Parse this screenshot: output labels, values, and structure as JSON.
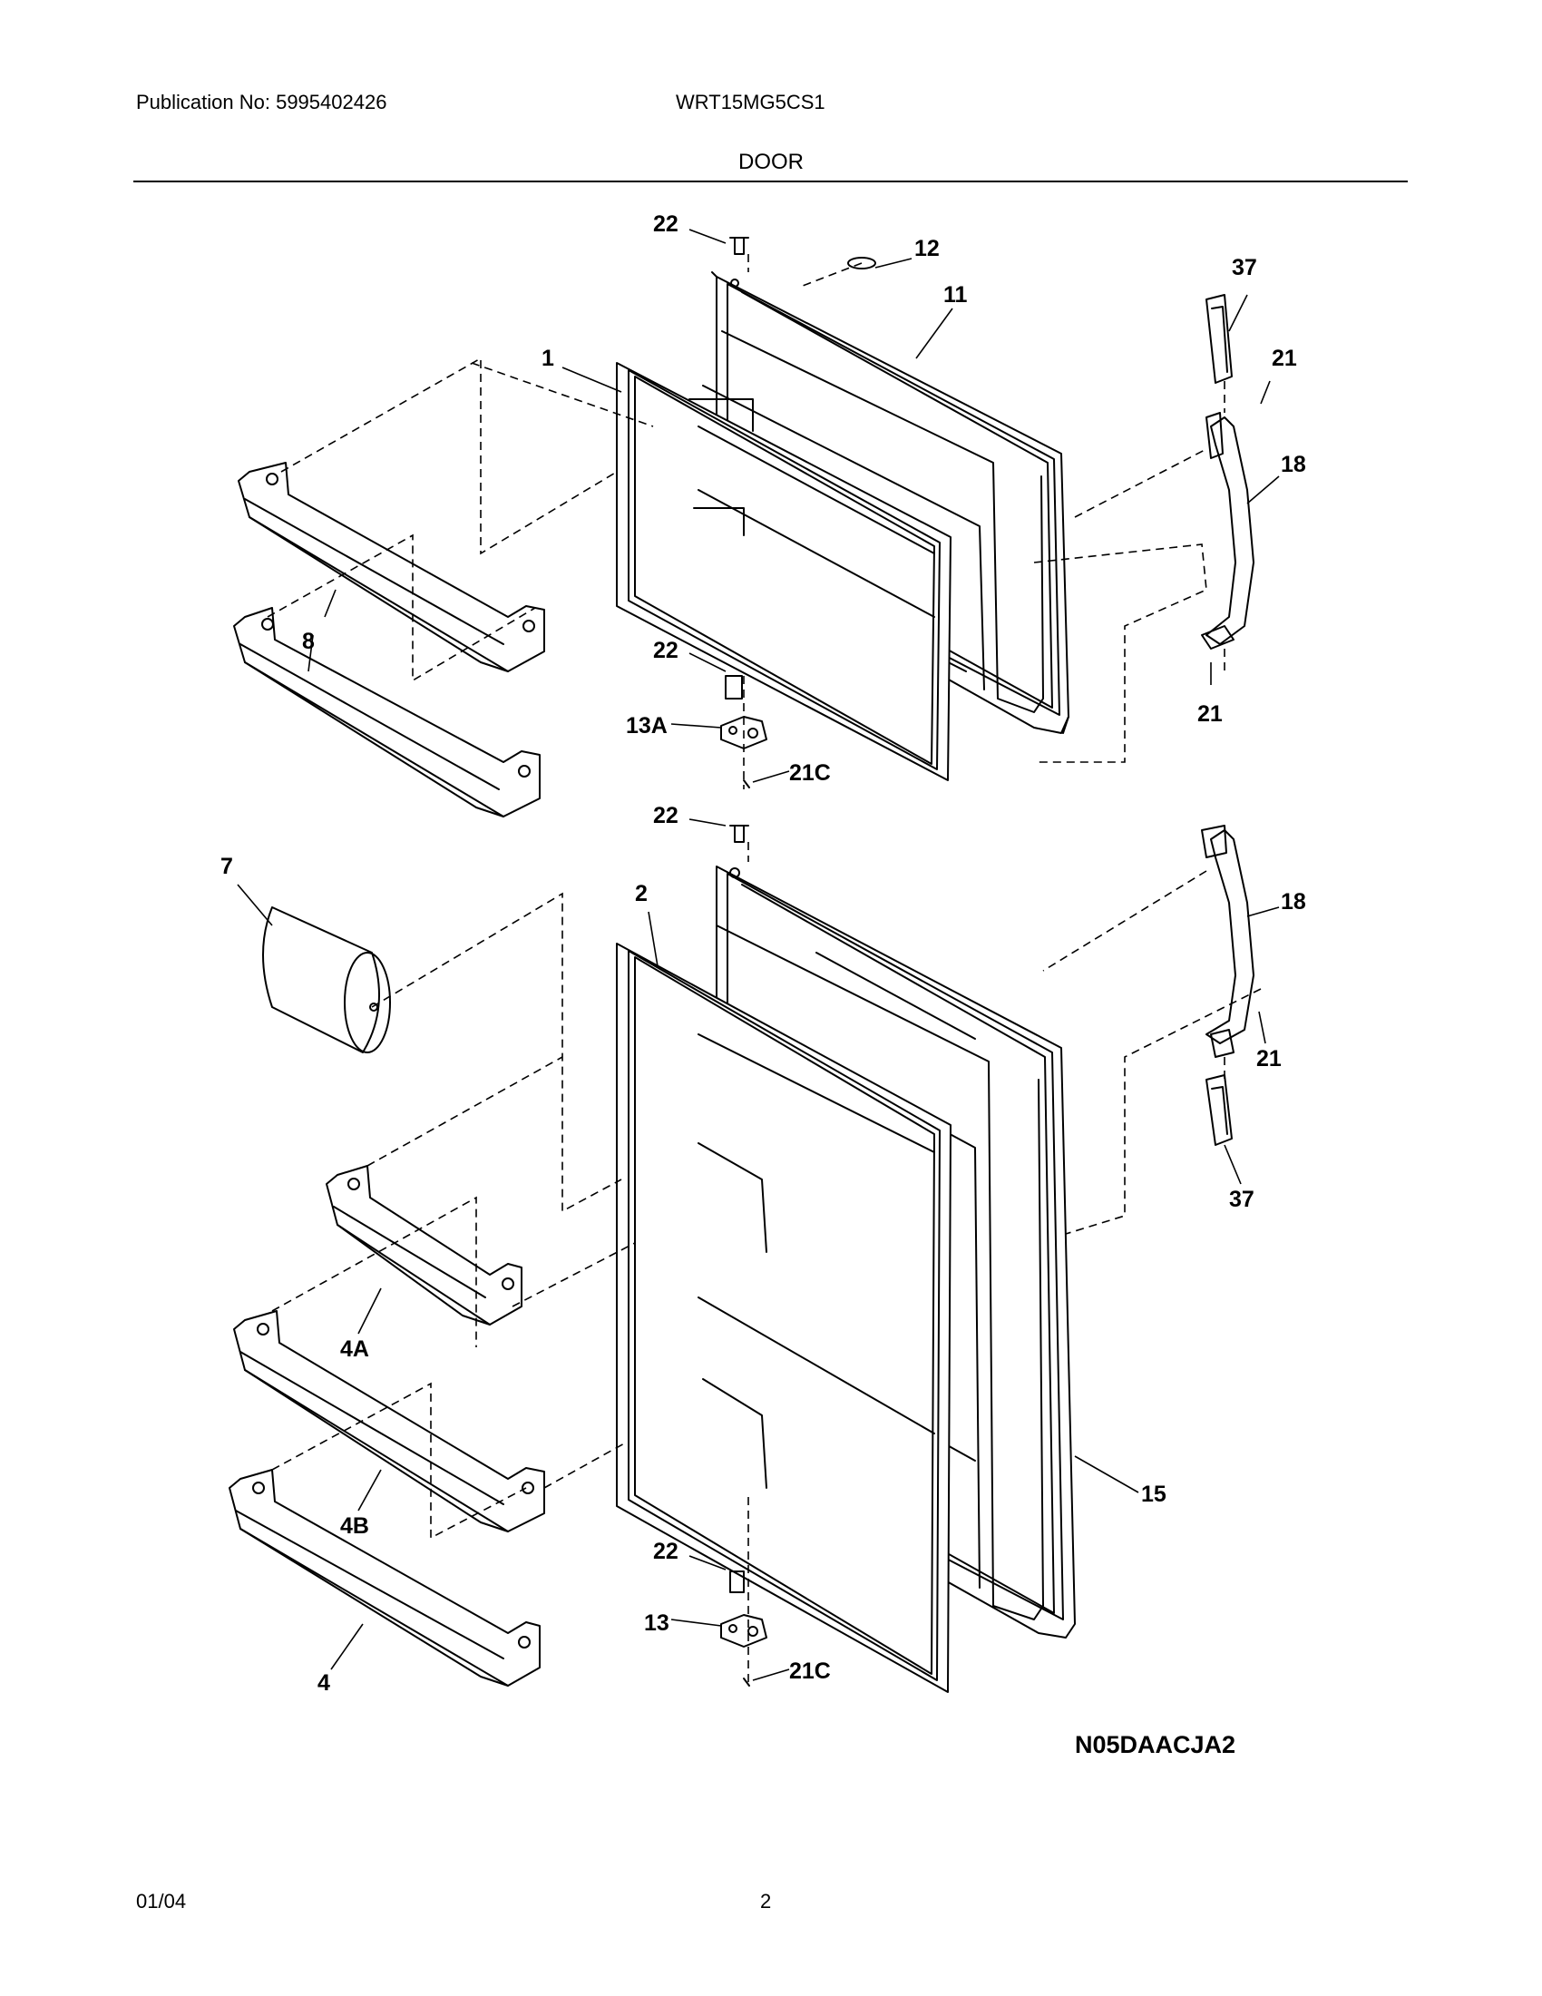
{
  "header": {
    "publication": "Publication No: 5995402426",
    "model": "WRT15MG5CS1",
    "section": "DOOR"
  },
  "callouts": [
    "22",
    "12",
    "11",
    "37",
    "21",
    "1",
    "18",
    "8",
    "22",
    "21",
    "13A",
    "21C",
    "22",
    "7",
    "2",
    "18",
    "21",
    "37",
    "4A",
    "4B",
    "15",
    "22",
    "13",
    "21C",
    "4"
  ],
  "diagram_code": "N05DAACJA2",
  "footer": {
    "date": "01/04",
    "page": "2"
  }
}
